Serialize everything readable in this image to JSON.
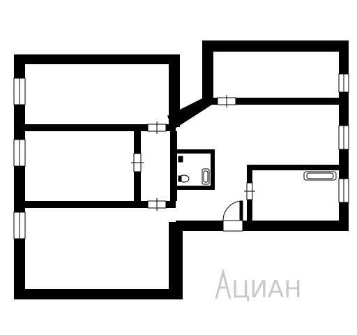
{
  "plan": {
    "wall_color": "#000000",
    "floor_color": "#ffffff",
    "window_color": "#ffffff",
    "rooms": [
      {
        "id": "room-1",
        "label": ""
      },
      {
        "id": "room-2",
        "label": ""
      },
      {
        "id": "room-3",
        "label": ""
      },
      {
        "id": "room-4",
        "label": ""
      },
      {
        "id": "hall",
        "label": ""
      },
      {
        "id": "bathroom",
        "label": ""
      },
      {
        "id": "wc",
        "label": ""
      }
    ]
  },
  "watermark": {
    "text": "ЦИАН",
    "color": "#c9c9c9",
    "icon": "cian-logo-icon"
  }
}
